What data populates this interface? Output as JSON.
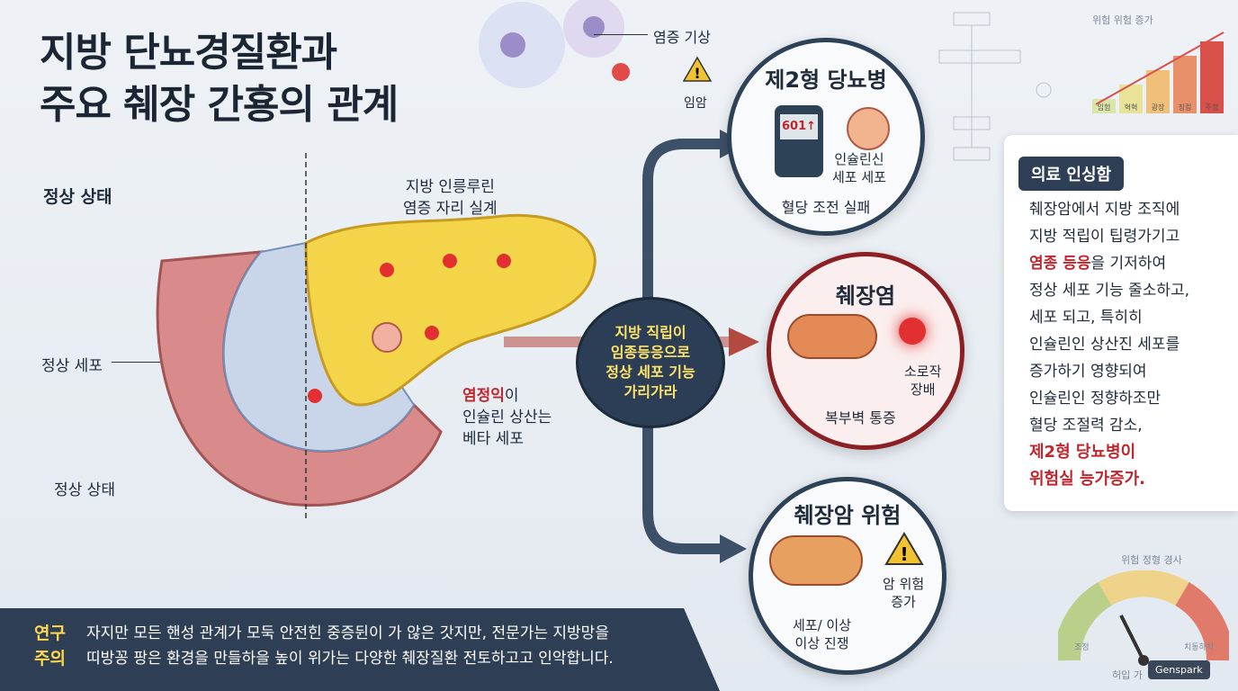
{
  "title": [
    "지방 단뇨경질환과",
    "주요 췌장 간횽의 관계"
  ],
  "top_labels": {
    "inflammation": "염증 기상",
    "cancer": "임암"
  },
  "left": {
    "normal_state_heading": "정상 상태",
    "normal_cell": "정상 세포",
    "normal_state": "정상 상태"
  },
  "pancreas": {
    "fat_label": [
      "지방 인릉루린",
      "염증 자리 실계"
    ],
    "beta_label_red": "염정익",
    "beta_label_suffix": "이",
    "beta_label_rest": [
      "인슐린 상산는",
      "베타 세포"
    ]
  },
  "center": [
    "지방 직립이",
    "임종등응으로",
    "정상 세포 기능",
    "가리가라"
  ],
  "circles": {
    "diabetes": {
      "title": "제2형 당뇨병",
      "meter": "601↑",
      "cell": [
        "인슐린신",
        "세포 세포"
      ],
      "caption": "혈당 조전 실패"
    },
    "pancreatitis": {
      "title": "췌장염",
      "pain": [
        "소로작",
        "장배"
      ],
      "caption": "복부벽 통증"
    },
    "cancer": {
      "title": "췌장암 위험",
      "risk": [
        "암 위험",
        "증가"
      ],
      "caption": [
        "세포/ 이상",
        "이상 진쟁"
      ]
    }
  },
  "insight": {
    "heading": "의료 인싱함",
    "lines": [
      "췌장암에서 지방 조직에",
      "지방 적립이 팁령가기고"
    ],
    "red_line": "염종 등응",
    "red_line_suffix": "을 기저하여",
    "lines2": [
      "정상 세포 기능 줄소하고,",
      "세포 되고, 특히히",
      "인슐린인 상산진 세포를",
      "증가하기 영향되여",
      "인슐린인 정향하조만",
      "혈당 조절력 감소,"
    ],
    "conclusion": [
      "제2형 당뇨병이",
      "위험실 능가증가."
    ]
  },
  "footer": {
    "key": [
      "연구",
      "주의"
    ],
    "text": [
      "자지만 모든 핸성 관계가 모둑 안전힌 중증뒨이 가 않은 갓지만, 전문가는 지방망을",
      "띠방꽁 팡은 환경을 만들하을 높이 위가는 다양한 췌장질환 전토하고고 인악합니다."
    ]
  },
  "risk_chart": {
    "title": "위험 위험 증가",
    "bars": [
      {
        "label": "임험",
        "value": 1
      },
      {
        "label": "혁혁",
        "value": 2
      },
      {
        "label": "광장",
        "value": 3
      },
      {
        "label": "징렁",
        "value": 4
      },
      {
        "label": "주험",
        "value": 5
      }
    ],
    "colors": [
      "#d9e6a8",
      "#e9e39a",
      "#f0c07a",
      "#e8906a",
      "#d9504a"
    ]
  },
  "gauge": {
    "title": "위험 정형 경사",
    "left": "조정",
    "right": "치동하처",
    "bottom": "허입 가"
  },
  "brand": "Genspark"
}
